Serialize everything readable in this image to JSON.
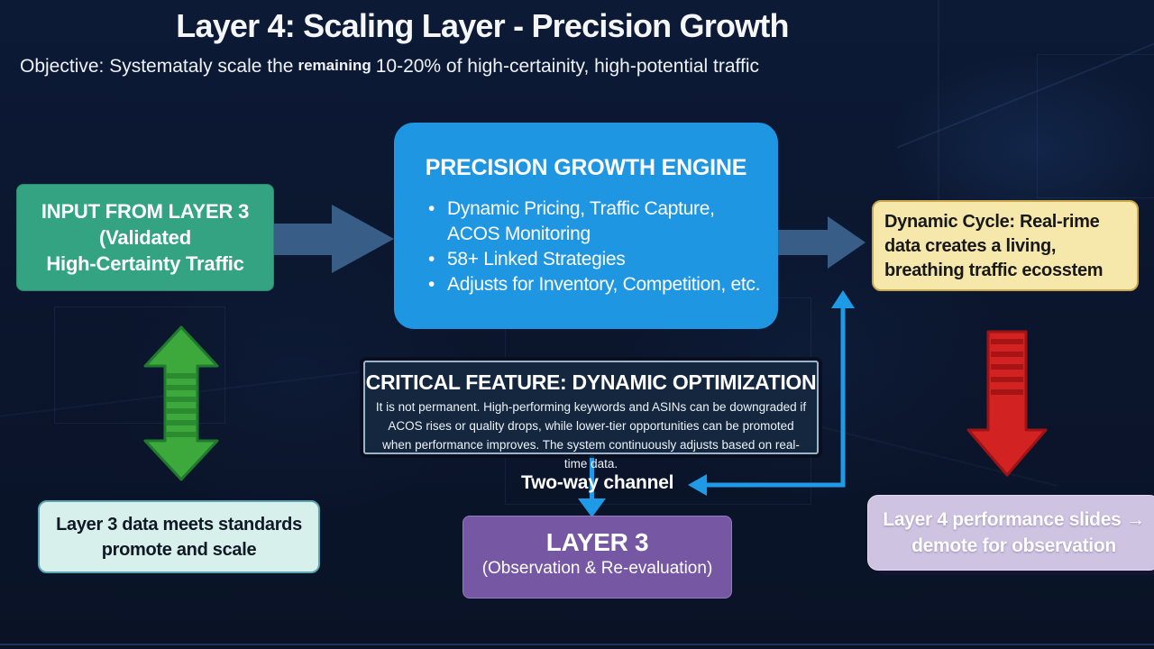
{
  "slide": {
    "title": "Layer 4: Scaling Layer - Precision Growth",
    "objective": {
      "prefix": "Objective: Systemataly scale the",
      "highlight": "remaining",
      "suffix": "10-20% of high-certainity, high-potential traffic"
    }
  },
  "boxes": {
    "input_layer3": {
      "line1": "INPUT FROM LAYER 3",
      "line2": "(Validated",
      "line3": "High-Certainty Traffic",
      "bg_color": "#33a382"
    },
    "precision_engine": {
      "title": "PRECISION GROWTH ENGINE",
      "bullets": [
        "Dynamic Pricing, Traffic Capture, ACOS Monitoring",
        "58+ Linked Strategies",
        "Adjusts for Inventory, Competition, etc."
      ],
      "bg_color": "#1e96e2"
    },
    "dynamic_cycle": {
      "line1": "Dynamic Cycle: Real-rime",
      "line2": "data creates a living,",
      "line3": "breathing traffic ecosstem",
      "bg_color": "#f6e7ab"
    },
    "critical_feature": {
      "title": "CRITICAL FEATURE: DYNAMIC OPTIMIZATION",
      "body": "It is not permanent. High-performing keywords and ASINs can be downgraded if ACOS rises or quality drops, while lower-tier opportunities can be promoted when performance improves. The system continuously adjusts based on real-time data.",
      "bg_color": "#14273f"
    },
    "layer3": {
      "title": "LAYER 3",
      "subtitle": "(Observation & Re-evaluation)",
      "bg_color": "#7557a3"
    },
    "promote": {
      "line1": "Layer 3 data meets standards",
      "line2": "promote and scale",
      "bg_color": "#d7f0eb"
    },
    "demote": {
      "line1": "Layer 4 performance slides →",
      "line2": "demote for observation",
      "bg_color": "#cfc3e2"
    }
  },
  "labels": {
    "two_way_channel": "Two-way channel"
  },
  "arrow_colors": {
    "steel": "#3d648e",
    "green": "#3da83c",
    "red": "#d32222",
    "blue": "#1e9ae6"
  }
}
